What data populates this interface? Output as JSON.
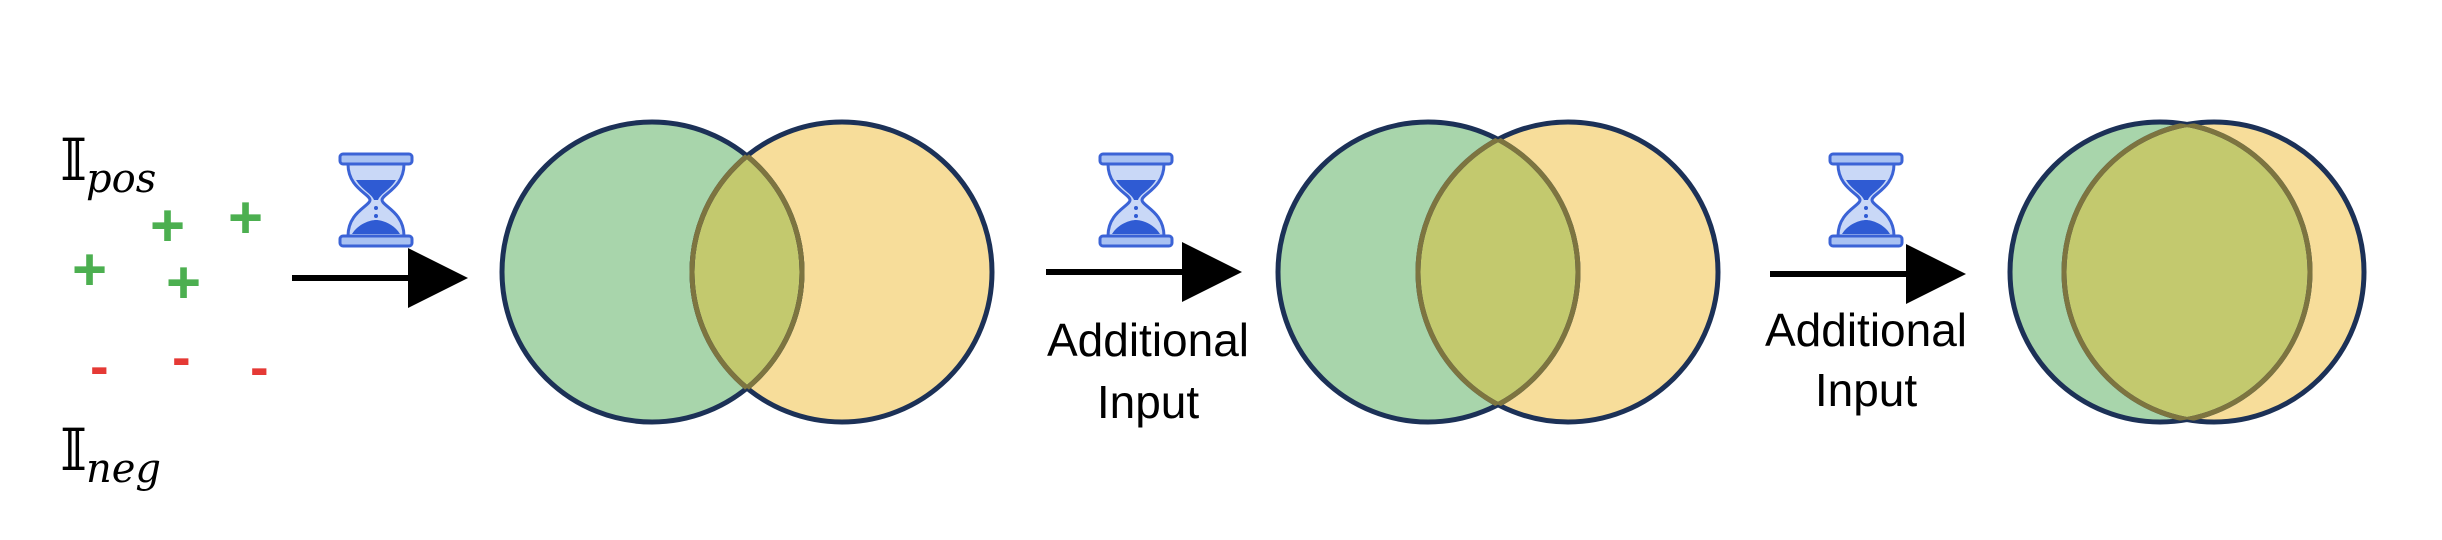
{
  "labels": {
    "pos_symbol": "𝕀",
    "pos_sub": "pos",
    "neg_symbol": "𝕀",
    "neg_sub": "neg",
    "plus_sign": "+",
    "minus_sign": "-",
    "step2_line1": "Additional",
    "step2_line2": "Input",
    "step3_line1": "Additional",
    "step3_line2": "Input"
  },
  "colors": {
    "plus": "#4caf50",
    "minus": "#e53935",
    "circle_left_fill": "#a8d5ab",
    "circle_right_fill": "#f7dd9a",
    "overlap_fill": "#c3c96e",
    "circle_stroke": "#1c3157",
    "arrow": "#000000",
    "hourglass_frame": "#3b63d6",
    "hourglass_glass": "#a9c2f2",
    "hourglass_sand": "#2f5bd3"
  },
  "icons": [
    "hourglass-icon",
    "arrow-right-icon"
  ]
}
